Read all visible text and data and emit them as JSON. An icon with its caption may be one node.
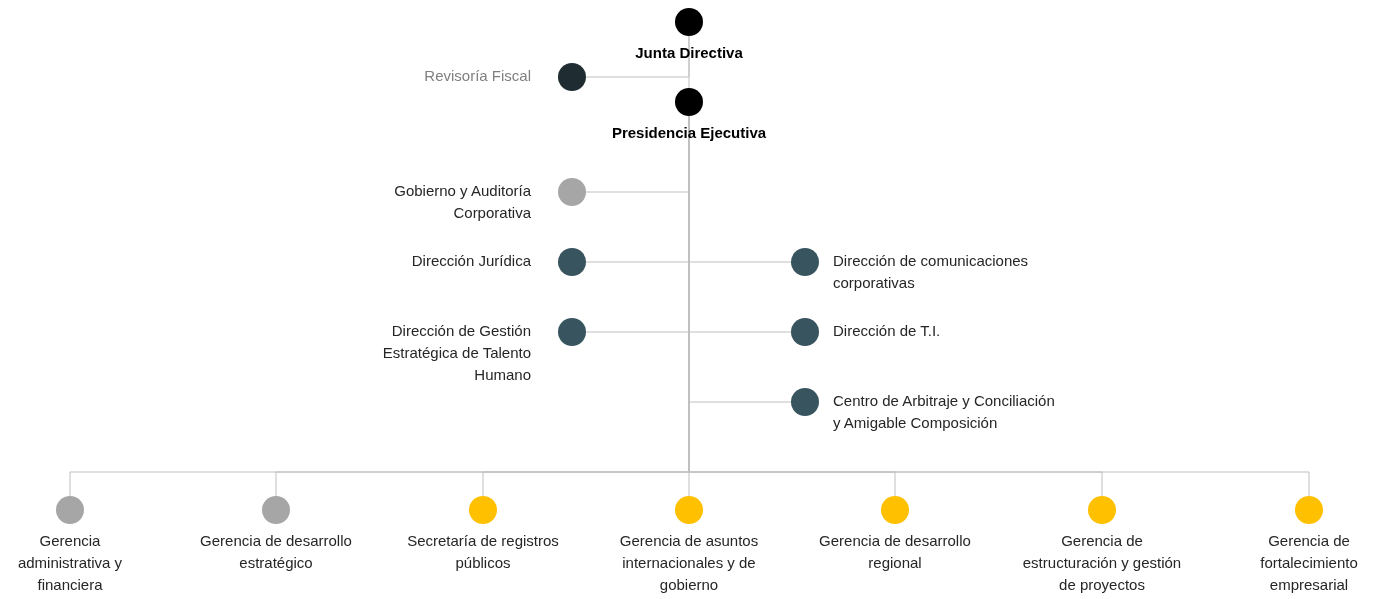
{
  "diagram": {
    "nodes": [
      {
        "text": [
          "Junta Directiva"
        ]
      },
      {
        "text": [
          "Revisoría Fiscal"
        ]
      },
      {
        "text": [
          "Presidencia Ejecutiva"
        ]
      },
      {
        "text": [
          "Gobierno y Auditoría Corporativa"
        ]
      },
      {
        "text": [
          "Dirección Jurídica"
        ]
      },
      {
        "text": [
          "Dirección de comunicaciones corporativas"
        ]
      },
      {
        "text": [
          "Dirección de Gestión Estratégica de Talento Humano"
        ]
      },
      {
        "text": [
          "Dirección de T.I."
        ]
      },
      {
        "text": [
          "Centro de Arbitraje y Conciliación y Amigable Composición"
        ]
      },
      {
        "text": [
          "Gerencia administrativa y financiera"
        ]
      },
      {
        "text": [
          "Gerencia de desarrollo estratégico"
        ]
      },
      {
        "text": [
          "Secretaría de registros públicos"
        ]
      },
      {
        "text": [
          "Gerencia de asuntos internacionales y de gobierno"
        ]
      },
      {
        "text": [
          "Gerencia de desarrollo regional"
        ]
      },
      {
        "text": [
          "Gerencia de estructuración y gestión de proyectos"
        ]
      },
      {
        "text": [
          "Gerencia de fortalecimiento empresarial"
        ]
      }
    ],
    "edges": [
      {
        "from": 0,
        "to": 1,
        "arrow": "none"
      },
      {
        "from": 0,
        "to": 2,
        "arrow": "none"
      },
      {
        "from": 2,
        "to": 3,
        "arrow": "none"
      },
      {
        "from": 2,
        "to": 4,
        "arrow": "none"
      },
      {
        "from": 2,
        "to": 5,
        "arrow": "none"
      },
      {
        "from": 2,
        "to": 6,
        "arrow": "none"
      },
      {
        "from": 2,
        "to": 7,
        "arrow": "none"
      },
      {
        "from": 2,
        "to": 8,
        "arrow": "none"
      },
      {
        "from": 2,
        "to": 9,
        "arrow": "none"
      },
      {
        "from": 2,
        "to": 10,
        "arrow": "none"
      },
      {
        "from": 2,
        "to": 11,
        "arrow": "none"
      },
      {
        "from": 2,
        "to": 12,
        "arrow": "none"
      },
      {
        "from": 2,
        "to": 13,
        "arrow": "none"
      },
      {
        "from": 2,
        "to": 14,
        "arrow": "none"
      },
      {
        "from": 2,
        "to": 15,
        "arrow": "none"
      }
    ]
  }
}
